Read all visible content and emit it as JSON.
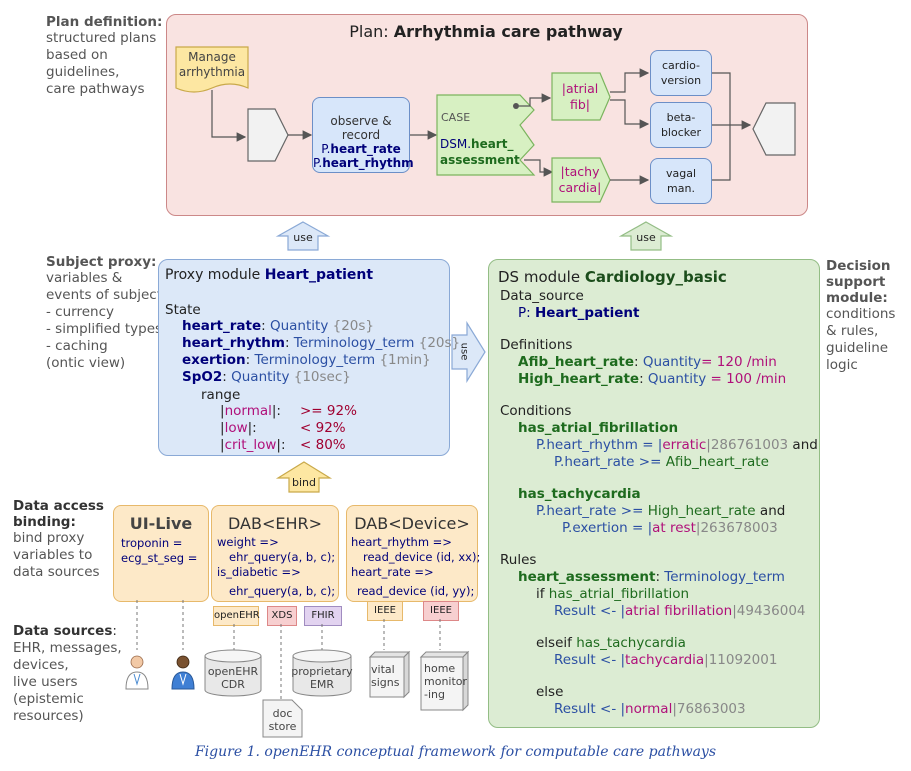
{
  "left_labels": {
    "plan_definition": {
      "heading": "Plan definition:",
      "lines": [
        "structured plans",
        "based on",
        "guidelines,",
        "care pathways"
      ]
    },
    "subject_proxy": {
      "heading": "Subject proxy:",
      "lines": [
        "variables &",
        "events of subject",
        "- currency",
        "- simplified types",
        "- caching",
        "(ontic view)"
      ]
    },
    "data_access": {
      "heading": "Data access binding:",
      "lines": [
        "bind proxy",
        "variables to",
        "data sources"
      ]
    },
    "data_sources": {
      "heading": "Data sources",
      "heading_suffix": ":",
      "lines": [
        "EHR, messages,",
        "devices,",
        "live users",
        "(epistemic",
        "resources)"
      ]
    }
  },
  "right_label": {
    "heading_lines": [
      "Decision",
      "support",
      "module:"
    ],
    "lines": [
      "conditions",
      "& rules,",
      "guideline",
      "logic"
    ]
  },
  "plan": {
    "title_prefix": "Plan: ",
    "title_name": "Arrhythmia care pathway",
    "manage_note": [
      "Manage",
      "arrhythmia"
    ],
    "observe": {
      "line1": "observe & record",
      "line2_prefix": "P.",
      "line2_name": "heart_rate",
      "line3_prefix": "P.",
      "line3_name": "heart_rhythm"
    },
    "case": {
      "label": "CASE",
      "prefix": "DSM.",
      "name1": "heart_",
      "name2": "assessment"
    },
    "branch_afib": [
      "|atrial",
      "fib|"
    ],
    "branch_tachy": [
      "|tachy",
      "cardia|"
    ],
    "cardioversion": [
      "cardio-",
      "version"
    ],
    "betablocker": [
      "beta-",
      "blocker"
    ],
    "vagal": [
      "vagal",
      "man."
    ]
  },
  "arrows": {
    "use_left": "use",
    "use_right": "use",
    "use_middle": "use",
    "bind": "bind"
  },
  "proxy": {
    "title_prefix": "Proxy module ",
    "title_name": "Heart_patient",
    "state_label": "State",
    "vars": [
      {
        "name": "heart_rate",
        "type": "Quantity",
        "cache": "{20s}"
      },
      {
        "name": "heart_rhythm",
        "type": "Terminology_term",
        "cache": "{20s}"
      },
      {
        "name": "exertion",
        "type": "Terminology_term",
        "cache": "{1min}"
      },
      {
        "name": "SpO2",
        "type": "Quantity",
        "cache": "{10sec}"
      }
    ],
    "range_label": "range",
    "ranges": [
      {
        "name": "normal",
        "cond": ">= 92%"
      },
      {
        "name": "low",
        "cond": "< 92%"
      },
      {
        "name": "crit_low",
        "cond": "< 80%"
      }
    ]
  },
  "ds": {
    "title_prefix": "DS module ",
    "title_name": "Cardiology_basic",
    "data_source_label": "Data_source",
    "data_source_prefix": "P: ",
    "data_source_name": "Heart_patient",
    "definitions_label": "Definitions",
    "definitions": [
      {
        "name": "Afib_heart_rate",
        "type": "Quantity",
        "value": "= 120 /min"
      },
      {
        "name": "High_heart_rate",
        "type": "Quantity",
        "value": " = 100 /min"
      }
    ],
    "conditions_label": "Conditions",
    "cond1_name": "has_atrial_fibrillation",
    "cond1_l1a": "P.heart_rhythm = |",
    "cond1_l1b": "erratic",
    "cond1_l1c": "|286761003",
    "cond1_l1d": " and",
    "cond1_l2a": "P.heart_rate >= ",
    "cond1_l2b": "Afib_heart_rate",
    "cond2_name": "has_tachycardia",
    "cond2_l1a": "P.heart_rate >= ",
    "cond2_l1b": "High_heart_rate",
    "cond2_l1c": " and",
    "cond2_l2a": "P.exertion = |",
    "cond2_l2b": "at rest",
    "cond2_l2c": "|263678003",
    "rules_label": "Rules",
    "rule_name": "heart_assessment",
    "rule_type": "Terminology_term",
    "if_kw": "if ",
    "if_cond": "has_atrial_fibrillation",
    "result1_a": "Result <- |",
    "result1_b": "atrial fibrillation",
    "result1_c": "|49436004",
    "elseif_kw": "elseif ",
    "elseif_cond": "has_tachycardia",
    "result2_a": "Result <- |",
    "result2_b": "tachycardia",
    "result2_c": "|11092001",
    "else_kw": "else",
    "result3_a": "Result <- |",
    "result3_b": "normal",
    "result3_c": "|76863003"
  },
  "dab_ui": {
    "title": "UI-Live",
    "lines": [
      "troponin  =",
      "ecg_st_seg  ="
    ]
  },
  "dab_ehr": {
    "title": "DAB<EHR>",
    "lines": [
      "weight  =>",
      "    ehr_query(a, b, c);",
      "is_diabetic  =>",
      "",
      "    ehr_query(a, b, c);"
    ]
  },
  "dab_device": {
    "title": "DAB<Device>",
    "lines": [
      "heart_rhythm  =>",
      "  read_device (id, xx);",
      "heart_rate  =>",
      "",
      "  read_device (id, yy);"
    ]
  },
  "tags": {
    "openehr": "openEHR",
    "xds": "XDS",
    "fhir": "FHIR",
    "ieee1": "IEEE",
    "ieee2": "IEEE"
  },
  "sources": {
    "openehr_cdr": [
      "openEHR",
      "CDR"
    ],
    "proprietary_emr": [
      "proprietary",
      "EMR"
    ],
    "doc_store": [
      "doc",
      "store"
    ],
    "vital_signs": [
      "vital",
      "signs"
    ],
    "home_monitoring": [
      "home",
      "monitor",
      "-ing"
    ]
  },
  "caption": "Figure 1. openEHR conceptual framework for computable care pathways"
}
